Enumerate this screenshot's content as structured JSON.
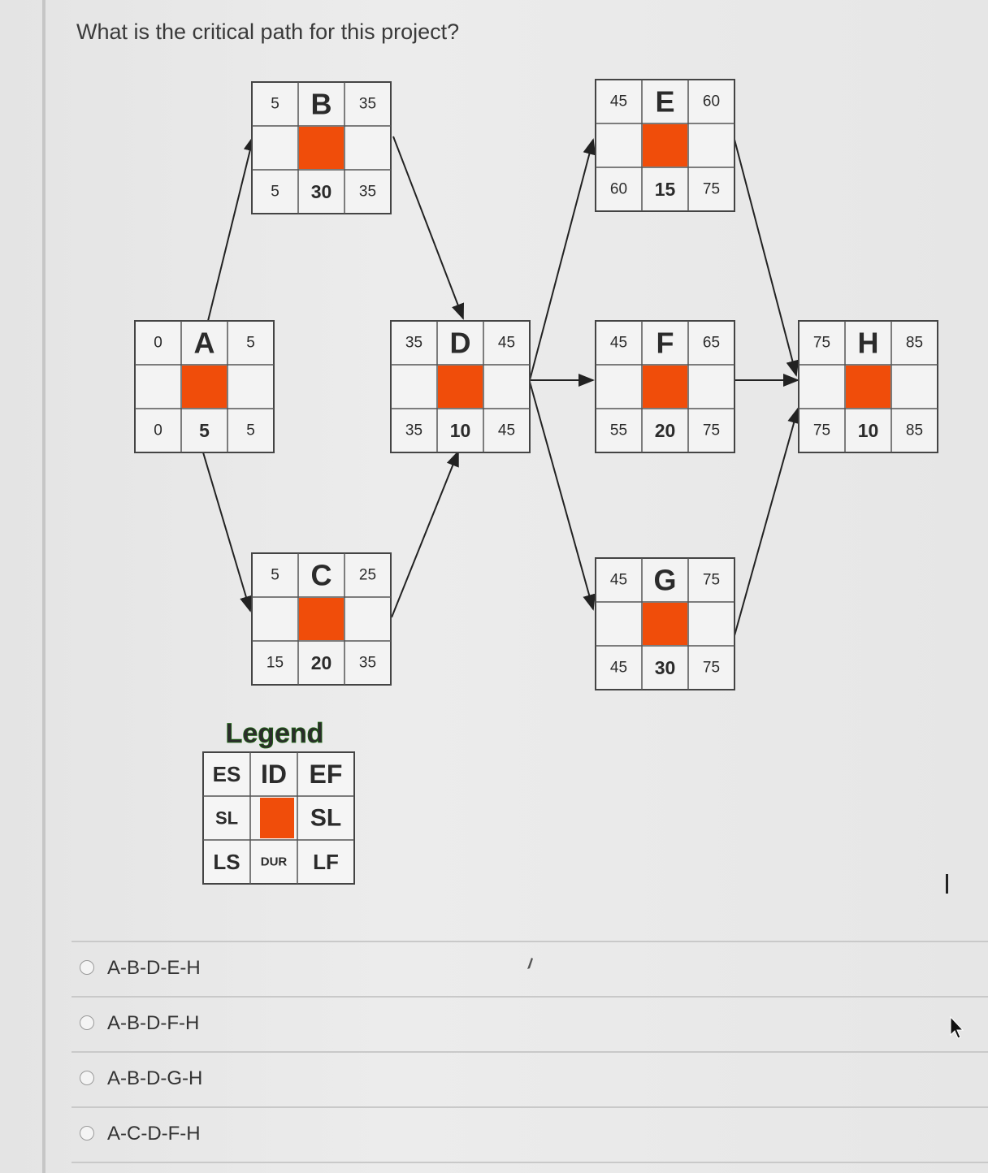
{
  "question": "What is the critical path for this project?",
  "colors": {
    "activity_fill": "#f04d0a",
    "id_text": "#1c2a8c",
    "legend_title": "#3aa22a",
    "line": "#333333"
  },
  "nodes": {
    "A": {
      "id": "A",
      "es": "0",
      "ef": "5",
      "ls": "0",
      "dur": "5",
      "lf": "5"
    },
    "B": {
      "id": "B",
      "es": "5",
      "ef": "35",
      "ls": "5",
      "dur": "30",
      "lf": "35"
    },
    "C": {
      "id": "C",
      "es": "5",
      "ef": "25",
      "ls": "15",
      "dur": "20",
      "lf": "35"
    },
    "D": {
      "id": "D",
      "es": "35",
      "ef": "45",
      "ls": "35",
      "dur": "10",
      "lf": "45"
    },
    "E": {
      "id": "E",
      "es": "45",
      "ef": "60",
      "ls": "60",
      "dur": "15",
      "lf": "75"
    },
    "F": {
      "id": "F",
      "es": "45",
      "ef": "65",
      "ls": "55",
      "dur": "20",
      "lf": "75"
    },
    "G": {
      "id": "G",
      "es": "45",
      "ef": "75",
      "ls": "45",
      "dur": "30",
      "lf": "75"
    },
    "H": {
      "id": "H",
      "es": "75",
      "ef": "85",
      "ls": "75",
      "dur": "10",
      "lf": "85"
    }
  },
  "legend": {
    "title": "Legend",
    "es": "ES",
    "id": "ID",
    "ef": "EF",
    "sl_left": "SL",
    "sl_right": "SL",
    "ls": "LS",
    "dur": "DUR",
    "lf": "LF"
  },
  "options": [
    {
      "label": "A-B-D-E-H"
    },
    {
      "label": "A-B-D-F-H"
    },
    {
      "label": "A-B-D-G-H"
    },
    {
      "label": "A-C-D-F-H"
    }
  ],
  "icons": {
    "cursor": "arrow-cursor-icon",
    "text_cursor": "i-beam-icon",
    "pen": "pen-mark-icon"
  }
}
